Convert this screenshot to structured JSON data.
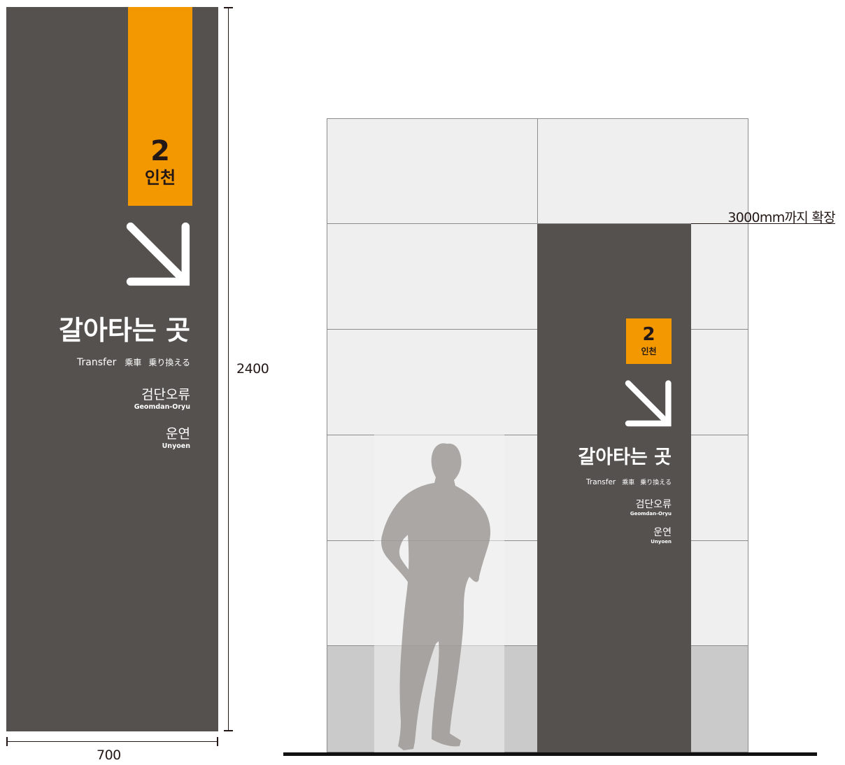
{
  "sign": {
    "line_number": "2",
    "line_name": "인천",
    "title": "갈아타는 곳",
    "subtitle_en": "Transfer",
    "subtitle_zh": "乘車",
    "subtitle_ja": "乗り換える",
    "destinations": [
      {
        "name_ko": "검단오류",
        "name_en": "Geomdan-Oryu"
      },
      {
        "name_ko": "운연",
        "name_en": "Unyoen"
      }
    ]
  },
  "dimensions": {
    "height_label": "2400",
    "width_label": "700"
  },
  "elevation": {
    "extension_note": "3000mm까지 확장"
  },
  "colors": {
    "sign_panel": "#54514f",
    "line_badge": "#f39800",
    "wall_tile": "#efefef",
    "base_band": "#cacaca",
    "silhouette": "#8f8b88"
  },
  "icons": {
    "arrow": "arrow-down-right-icon",
    "person": "person-silhouette"
  }
}
